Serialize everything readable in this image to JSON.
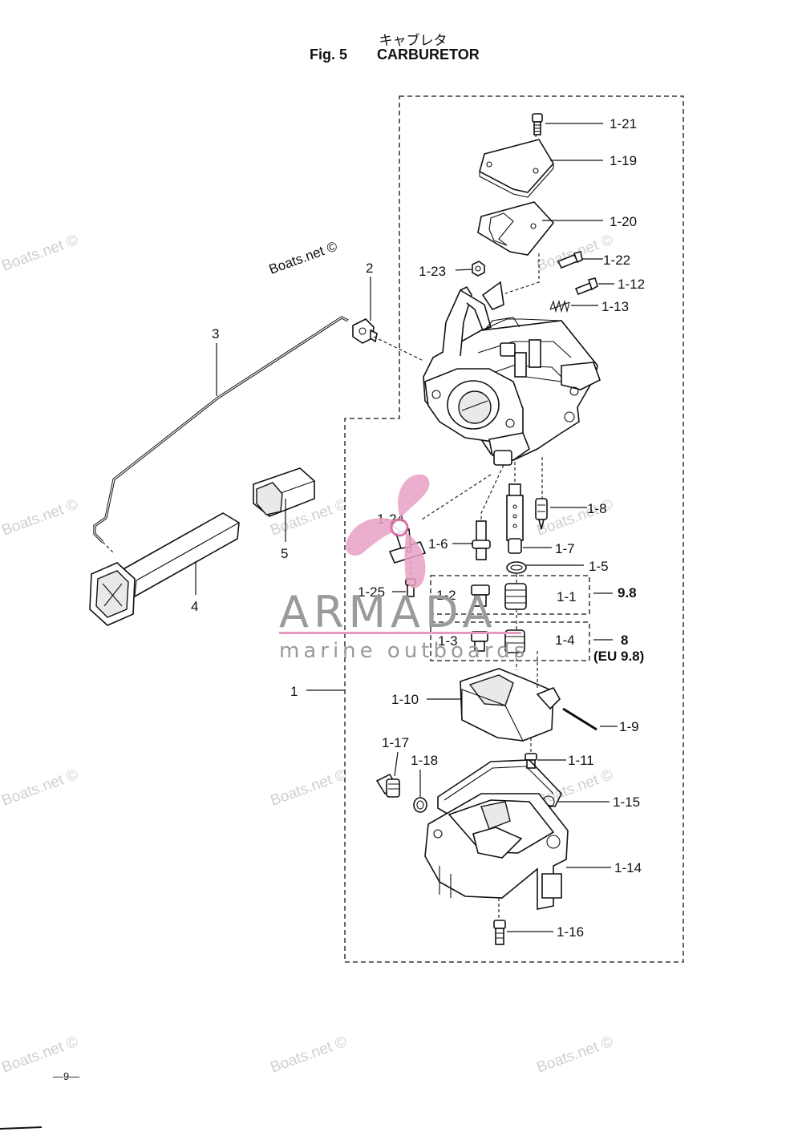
{
  "header": {
    "title_jp": "キャブレタ",
    "fig_number": "Fig. 5",
    "title_en": "CARBURETOR"
  },
  "watermarks": {
    "boats": "Boats.net ©",
    "brand_main": "ARMADA",
    "brand_sub": "marine outboards"
  },
  "labels": {
    "p1": "1",
    "p2": "2",
    "p3": "3",
    "p4": "4",
    "p5": "5",
    "p1_1": "1-1",
    "p1_2": "1-2",
    "p1_3": "1-3",
    "p1_4": "1-4",
    "p1_5": "1-5",
    "p1_6": "1-6",
    "p1_7": "1-7",
    "p1_8": "1-8",
    "p1_9": "1-9",
    "p1_10": "1-10",
    "p1_11": "1-11",
    "p1_12": "1-12",
    "p1_13": "1-13",
    "p1_14": "1-14",
    "p1_15": "1-15",
    "p1_16": "1-16",
    "p1_17": "1-17",
    "p1_18": "1-18",
    "p1_19": "1-19",
    "p1_20": "1-20",
    "p1_21": "1-21",
    "p1_22": "1-22",
    "p1_23": "1-23",
    "p1_24": "1-24",
    "p1_25": "1-25",
    "model_98": "9.8",
    "model_8": "8",
    "model_eu98": "(EU 9.8)"
  },
  "footer": {
    "page_number": "—9—"
  },
  "colors": {
    "logo_pink": "#e8a0c4",
    "logo_ring": "#d35c9c",
    "logo_stripe": "#e69ac2",
    "logo_text": "#9a9a9a"
  },
  "icons": {
    "logo": "propeller-logo-icon"
  }
}
